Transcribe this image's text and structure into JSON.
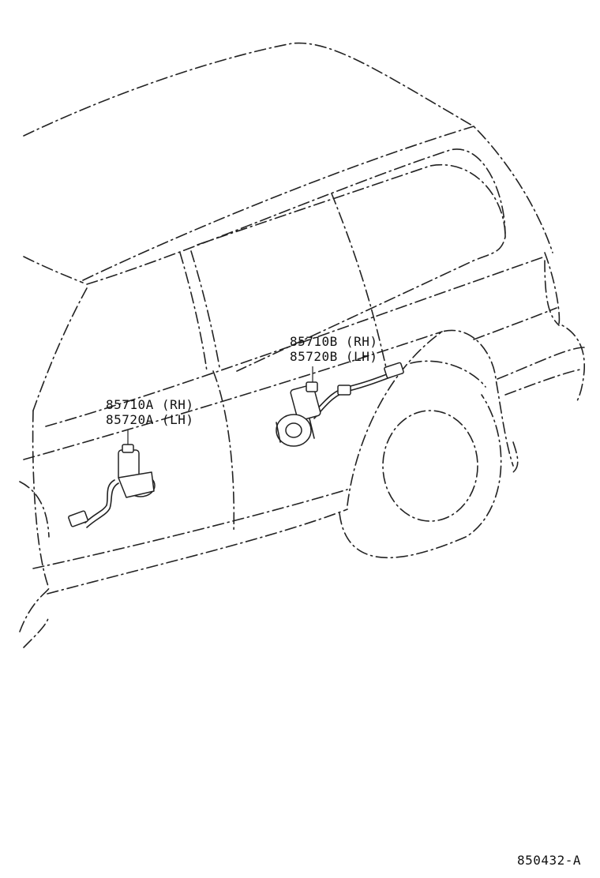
{
  "callouts": {
    "front_motor": {
      "part_rh": "85710A (RH)",
      "part_lh": "85720A (LH)"
    },
    "rear_motor": {
      "part_rh": "85710B (RH)",
      "part_lh": "85720B (LH)"
    }
  },
  "figure_code": "850432-A",
  "colors": {
    "line": "#222222",
    "background": "#ffffff"
  }
}
